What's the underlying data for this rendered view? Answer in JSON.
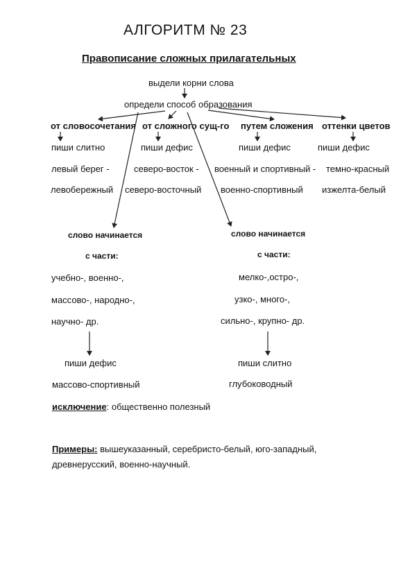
{
  "title": "АЛГОРИТМ № 23",
  "subtitle": "Правописание сложных прилагательных",
  "step1": "выдели корни слова",
  "step2": "определи способ образования",
  "branches": [
    {
      "header": "от словосочетания",
      "rule": "пиши слитно",
      "example1": "левый берег -",
      "example2": "левобережный"
    },
    {
      "header": "от сложного  сущ-го",
      "rule": "пиши дефис",
      "example1": "северо-восток -",
      "example2": "северо-восточный"
    },
    {
      "header": "путем сложения",
      "rule": "пиши дефис",
      "example1": "военный и спортивный -",
      "example2": "военно-спортивный"
    },
    {
      "header": "оттенки цветов",
      "rule": "пиши дефис",
      "example1": "темно-красный",
      "example2": "изжелта-белый"
    }
  ],
  "left_sub": {
    "line1": "слово начинается",
    "line2": "с части:",
    "parts1": "учебно-, военно-,",
    "parts2": "массово-, народно-,",
    "parts3": "научно-  др.",
    "rule": "пиши дефис",
    "example": "массово-спортивный"
  },
  "right_sub": {
    "line1": "слово начинается",
    "line2": "с части:",
    "parts1": "мелко-,остро-,",
    "parts2": "узко-, много-,",
    "parts3": "сильно-, крупно- др.",
    "rule": "пиши слитно",
    "example": "глубоководный"
  },
  "exception": {
    "label": "исключение",
    "text": ": общественно полезный"
  },
  "examples": {
    "label": "Примеры:",
    "line1": "  вышеуказанный, серебристо-белый, юго-западный,",
    "line2": "древнерусский,  военно-научный."
  }
}
